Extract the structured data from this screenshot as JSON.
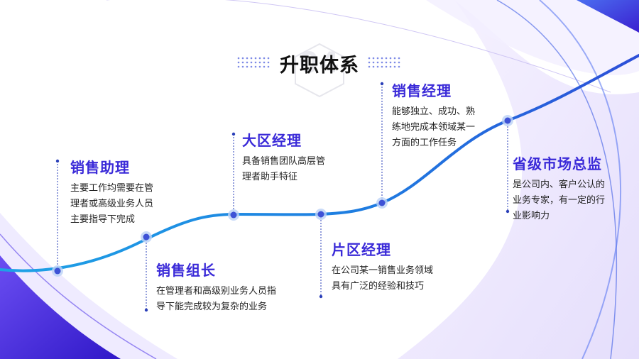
{
  "title": "升职体系",
  "title_number": "04",
  "colors": {
    "accent_blue": "#1f7ae0",
    "accent_purple": "#3a2ad8",
    "dot_fill": "#3e52d6",
    "halo": "#bcd2f6"
  },
  "stages": [
    {
      "name": "销售助理",
      "desc": "主要工作均需要在管\n理者或高级业务人员\n主要指导下完成"
    },
    {
      "name": "销售组长",
      "desc": "在管理者和高级别业务人员指\n导下能完成较为复杂的业务"
    },
    {
      "name": "大区经理",
      "desc": "具备销售团队高层管\n理者助手特征"
    },
    {
      "name": "片区经理",
      "desc": "在公司某一销售业务领域\n具有广泛的经验和技巧"
    },
    {
      "name": "销售经理",
      "desc": "能够独立、成功、熟\n练地完成本领域某一\n方面的工作任务"
    },
    {
      "name": "省级市场总监",
      "desc": "是公司内、客户公认的\n业务专家，有一定的行\n业影响力"
    }
  ]
}
